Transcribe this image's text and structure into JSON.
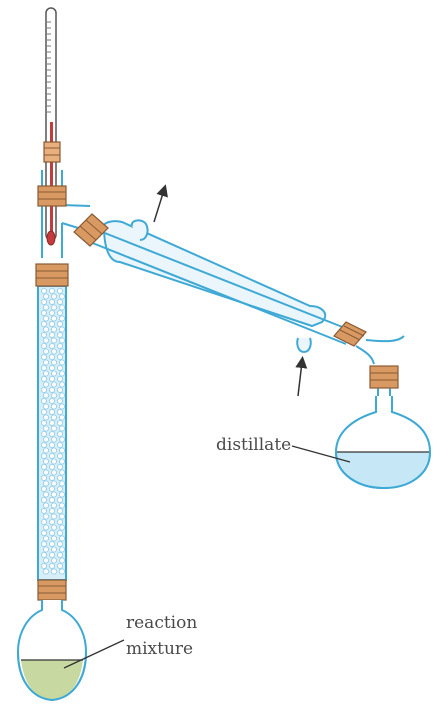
{
  "labels": {
    "distillate": "distillate",
    "reaction_line1": "reaction",
    "reaction_line2": "mixture"
  },
  "colors": {
    "glass": "#3fa9d6",
    "glass_fill": "#ffffff",
    "column_fill": "#d7eef8",
    "bead": "#ffffff",
    "distillate_liquid": "#c6e7f6",
    "reaction_liquid": "#c7d9a0",
    "stopper": "#d89a62",
    "stopper_dark": "#8a5a33",
    "mercury": "#c33b3b",
    "line": "#333333",
    "text": "#4a4a4a"
  }
}
